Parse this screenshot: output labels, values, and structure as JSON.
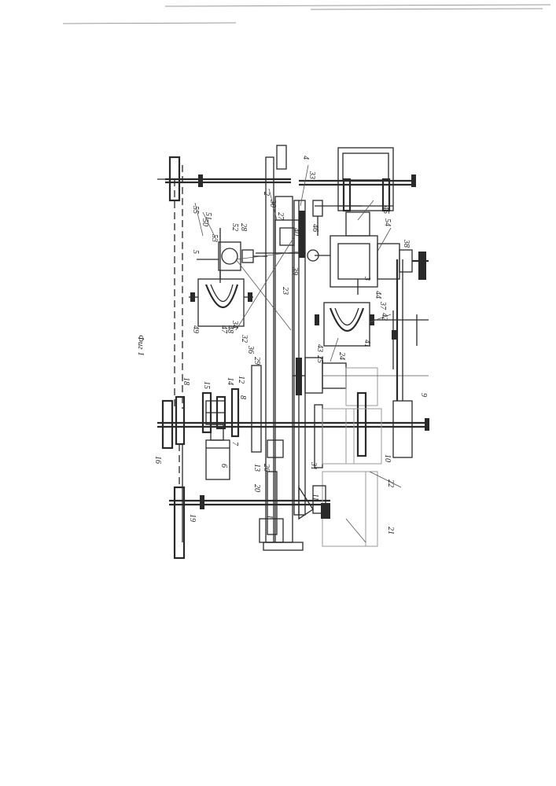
{
  "figure_caption": "Фиг 1",
  "labels": [
    "55",
    "50",
    "5",
    "51",
    "53",
    "52",
    "28",
    "2",
    "30",
    "27",
    "4",
    "33",
    "45",
    "54",
    "38",
    "46",
    "40",
    "39",
    "3",
    "44",
    "37",
    "42",
    "43",
    "25",
    "41",
    "23",
    "34",
    "32",
    "36",
    "29",
    "24",
    "12",
    "8",
    "9",
    "14",
    "15",
    "18",
    "7",
    "6",
    "13",
    "26",
    "20",
    "31",
    "10",
    "11",
    "22",
    "21",
    "1",
    "47",
    "48",
    "49",
    "16",
    "19"
  ]
}
